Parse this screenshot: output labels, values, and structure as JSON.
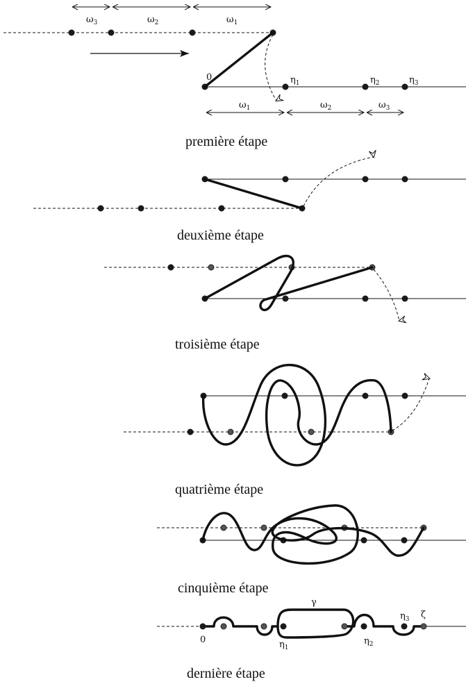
{
  "stages": [
    {
      "caption": "première étape"
    },
    {
      "caption": "deuxième étape"
    },
    {
      "caption": "troisième étape"
    },
    {
      "caption": "quatrième étape"
    },
    {
      "caption": "cinquième étape"
    },
    {
      "caption": "dernière étape"
    }
  ],
  "labels": {
    "omega": "ω",
    "eta": "η",
    "zero": "0",
    "gamma": "γ",
    "zeta": "ζ",
    "sub1": "1",
    "sub2": "2",
    "sub3": "3"
  }
}
